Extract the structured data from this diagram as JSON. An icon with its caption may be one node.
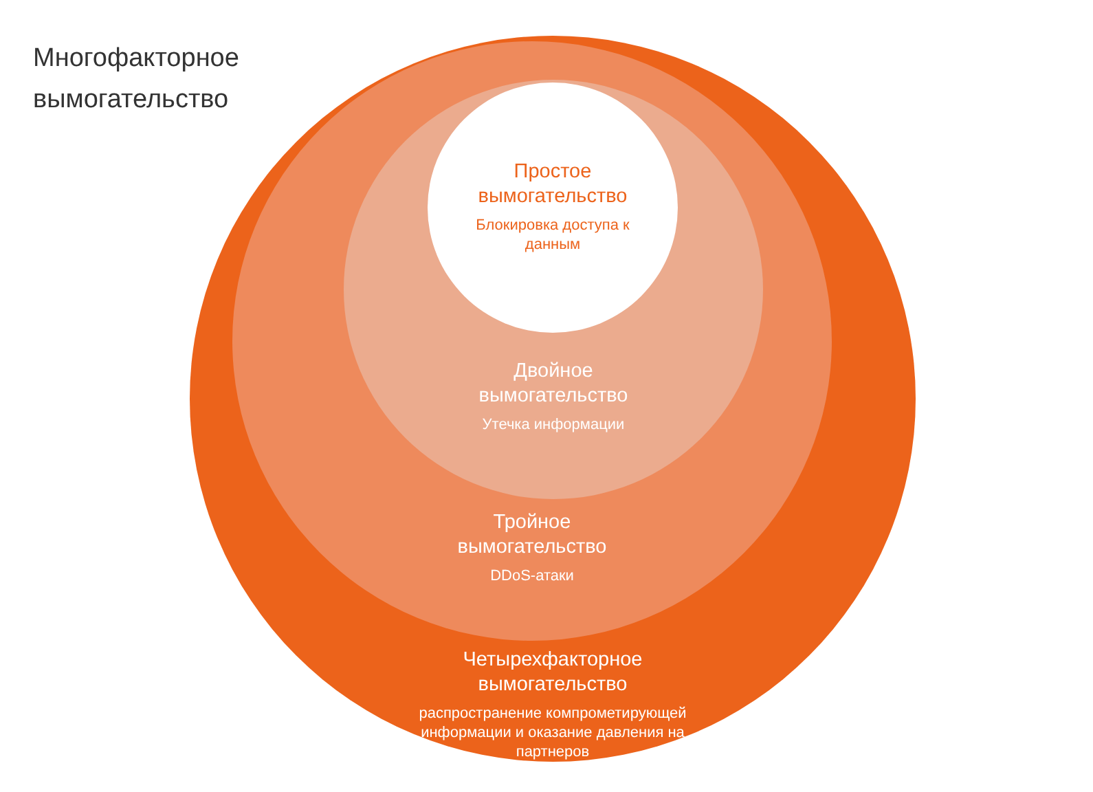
{
  "diagram": {
    "title": "Многофакторное вымогательство",
    "nodes": [
      {
        "text": [
          "Четырехфакторное вымогательство",
          "распространение компрометирующей информации и оказание давления на партнеров"
        ]
      },
      {
        "text": [
          "Тройное вымогательство",
          "DDoS-атаки"
        ],
        "in": 0
      },
      {
        "text": [
          "Двойное вымогательство",
          "Утечка информации"
        ],
        "in": 1
      },
      {
        "text": [
          "Простое вымогательство",
          "Блокировка доступа к данным"
        ],
        "in": 2
      }
    ]
  }
}
